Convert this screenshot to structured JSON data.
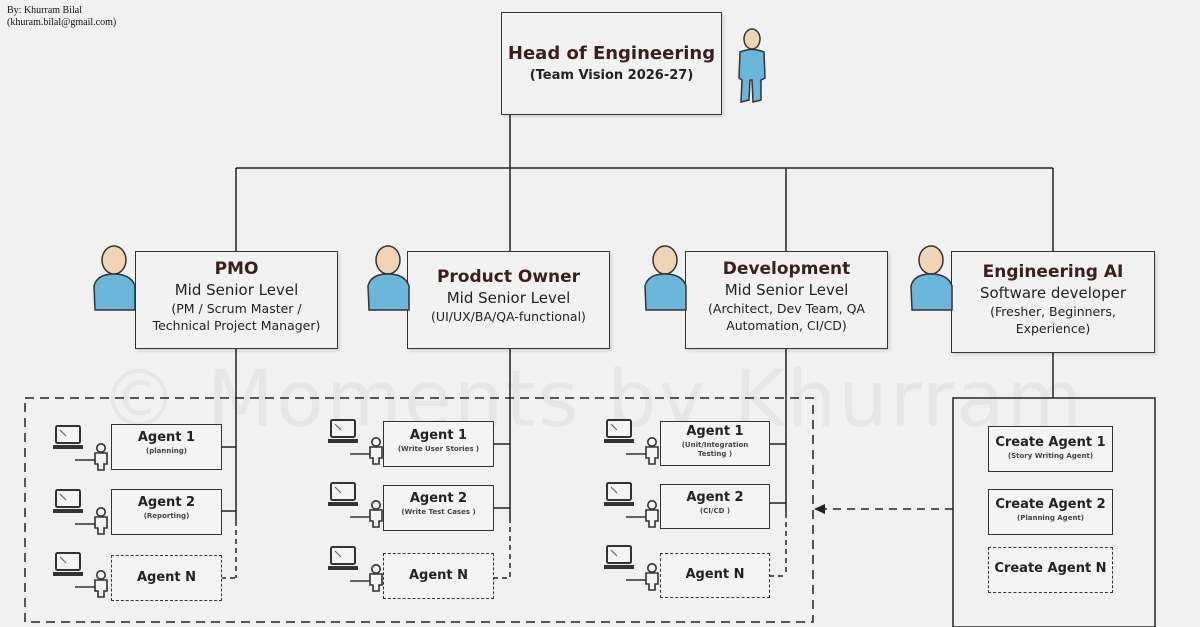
{
  "credit": {
    "line1": "By: Khurram Bilal",
    "line2": "(khuram.bilal@gmail.com)"
  },
  "watermark": "© Moments by Khurram",
  "head": {
    "title": "Head of Engineering",
    "subtitle": "(Team Vision 2026-27)",
    "icon": "standing-person-icon"
  },
  "roles": [
    {
      "title": "PMO",
      "level": "Mid Senior Level",
      "detail_line1": "(PM / Scrum Master /",
      "detail_line2": "Technical Project Manager)",
      "icon": "person-bust-icon",
      "agents": [
        {
          "name": "Agent 1",
          "purpose": "(planning)"
        },
        {
          "name": "Agent 2",
          "purpose": "(Reporting)"
        },
        {
          "name": "Agent N",
          "purpose": ""
        }
      ]
    },
    {
      "title": "Product Owner",
      "level": "Mid Senior Level",
      "detail_line1": "(UI/UX/BA/QA-functional)",
      "detail_line2": "",
      "icon": "person-bust-icon",
      "agents": [
        {
          "name": "Agent 1",
          "purpose": "(Write User Stories )"
        },
        {
          "name": "Agent 2",
          "purpose": "(Write Test Cases )"
        },
        {
          "name": "Agent N",
          "purpose": ""
        }
      ]
    },
    {
      "title": "Development",
      "level": "Mid Senior Level",
      "detail_line1": "(Architect, Dev Team, QA",
      "detail_line2": "Automation, CI/CD)",
      "icon": "person-bust-icon",
      "agents": [
        {
          "name": "Agent 1",
          "purpose": "(Unit/Integration",
          "purpose2": "Testing )"
        },
        {
          "name": "Agent 2",
          "purpose": "(CI/CD )"
        },
        {
          "name": "Agent N",
          "purpose": ""
        }
      ]
    },
    {
      "title": "Engineering AI",
      "level": "Software developer",
      "detail_line1": "(Fresher, Beginners,",
      "detail_line2": "Experience)",
      "icon": "person-bust-icon",
      "agents": [
        {
          "name": "Create Agent 1",
          "purpose": "(Story Writing Agent)"
        },
        {
          "name": "Create Agent 2",
          "purpose": "(Planning Agent)"
        },
        {
          "name": "Create Agent  N",
          "purpose": ""
        }
      ]
    }
  ],
  "colors": {
    "background": "#f1f1f1",
    "box_border": "#333333",
    "title_text": "#3b1e1e",
    "person_body": "#6bb7dc",
    "person_head": "#f0d4b4"
  }
}
